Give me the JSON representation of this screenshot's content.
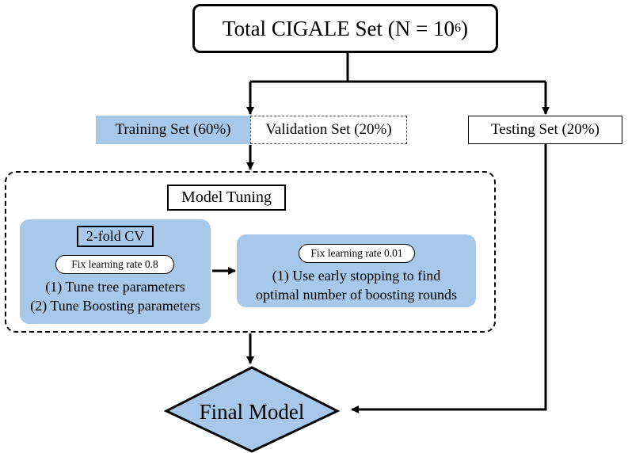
{
  "total_set": {
    "label": "Total CIGALE Set (N = 10",
    "exponent": "6",
    "suffix": ")"
  },
  "training_set": "Training Set (60%)",
  "validation_set": "Validation Set (20%)",
  "testing_set": "Testing Set (20%)",
  "model_tuning": {
    "title": "Model Tuning",
    "cv_panel": {
      "title": "2-fold CV",
      "learning_rate_note": "Fix learning rate 0.8",
      "steps": [
        "(1) Tune tree parameters",
        "(2) Tune Boosting parameters"
      ]
    },
    "early_stopping_panel": {
      "learning_rate_note": "Fix learning rate 0.01",
      "steps": [
        "(1) Use early stopping to find",
        "optimal number of boosting rounds"
      ]
    }
  },
  "final_model": "Final Model",
  "colors": {
    "panel_blue": "#a8c8ea",
    "line": "#000000",
    "dashed_border": "#555555"
  }
}
